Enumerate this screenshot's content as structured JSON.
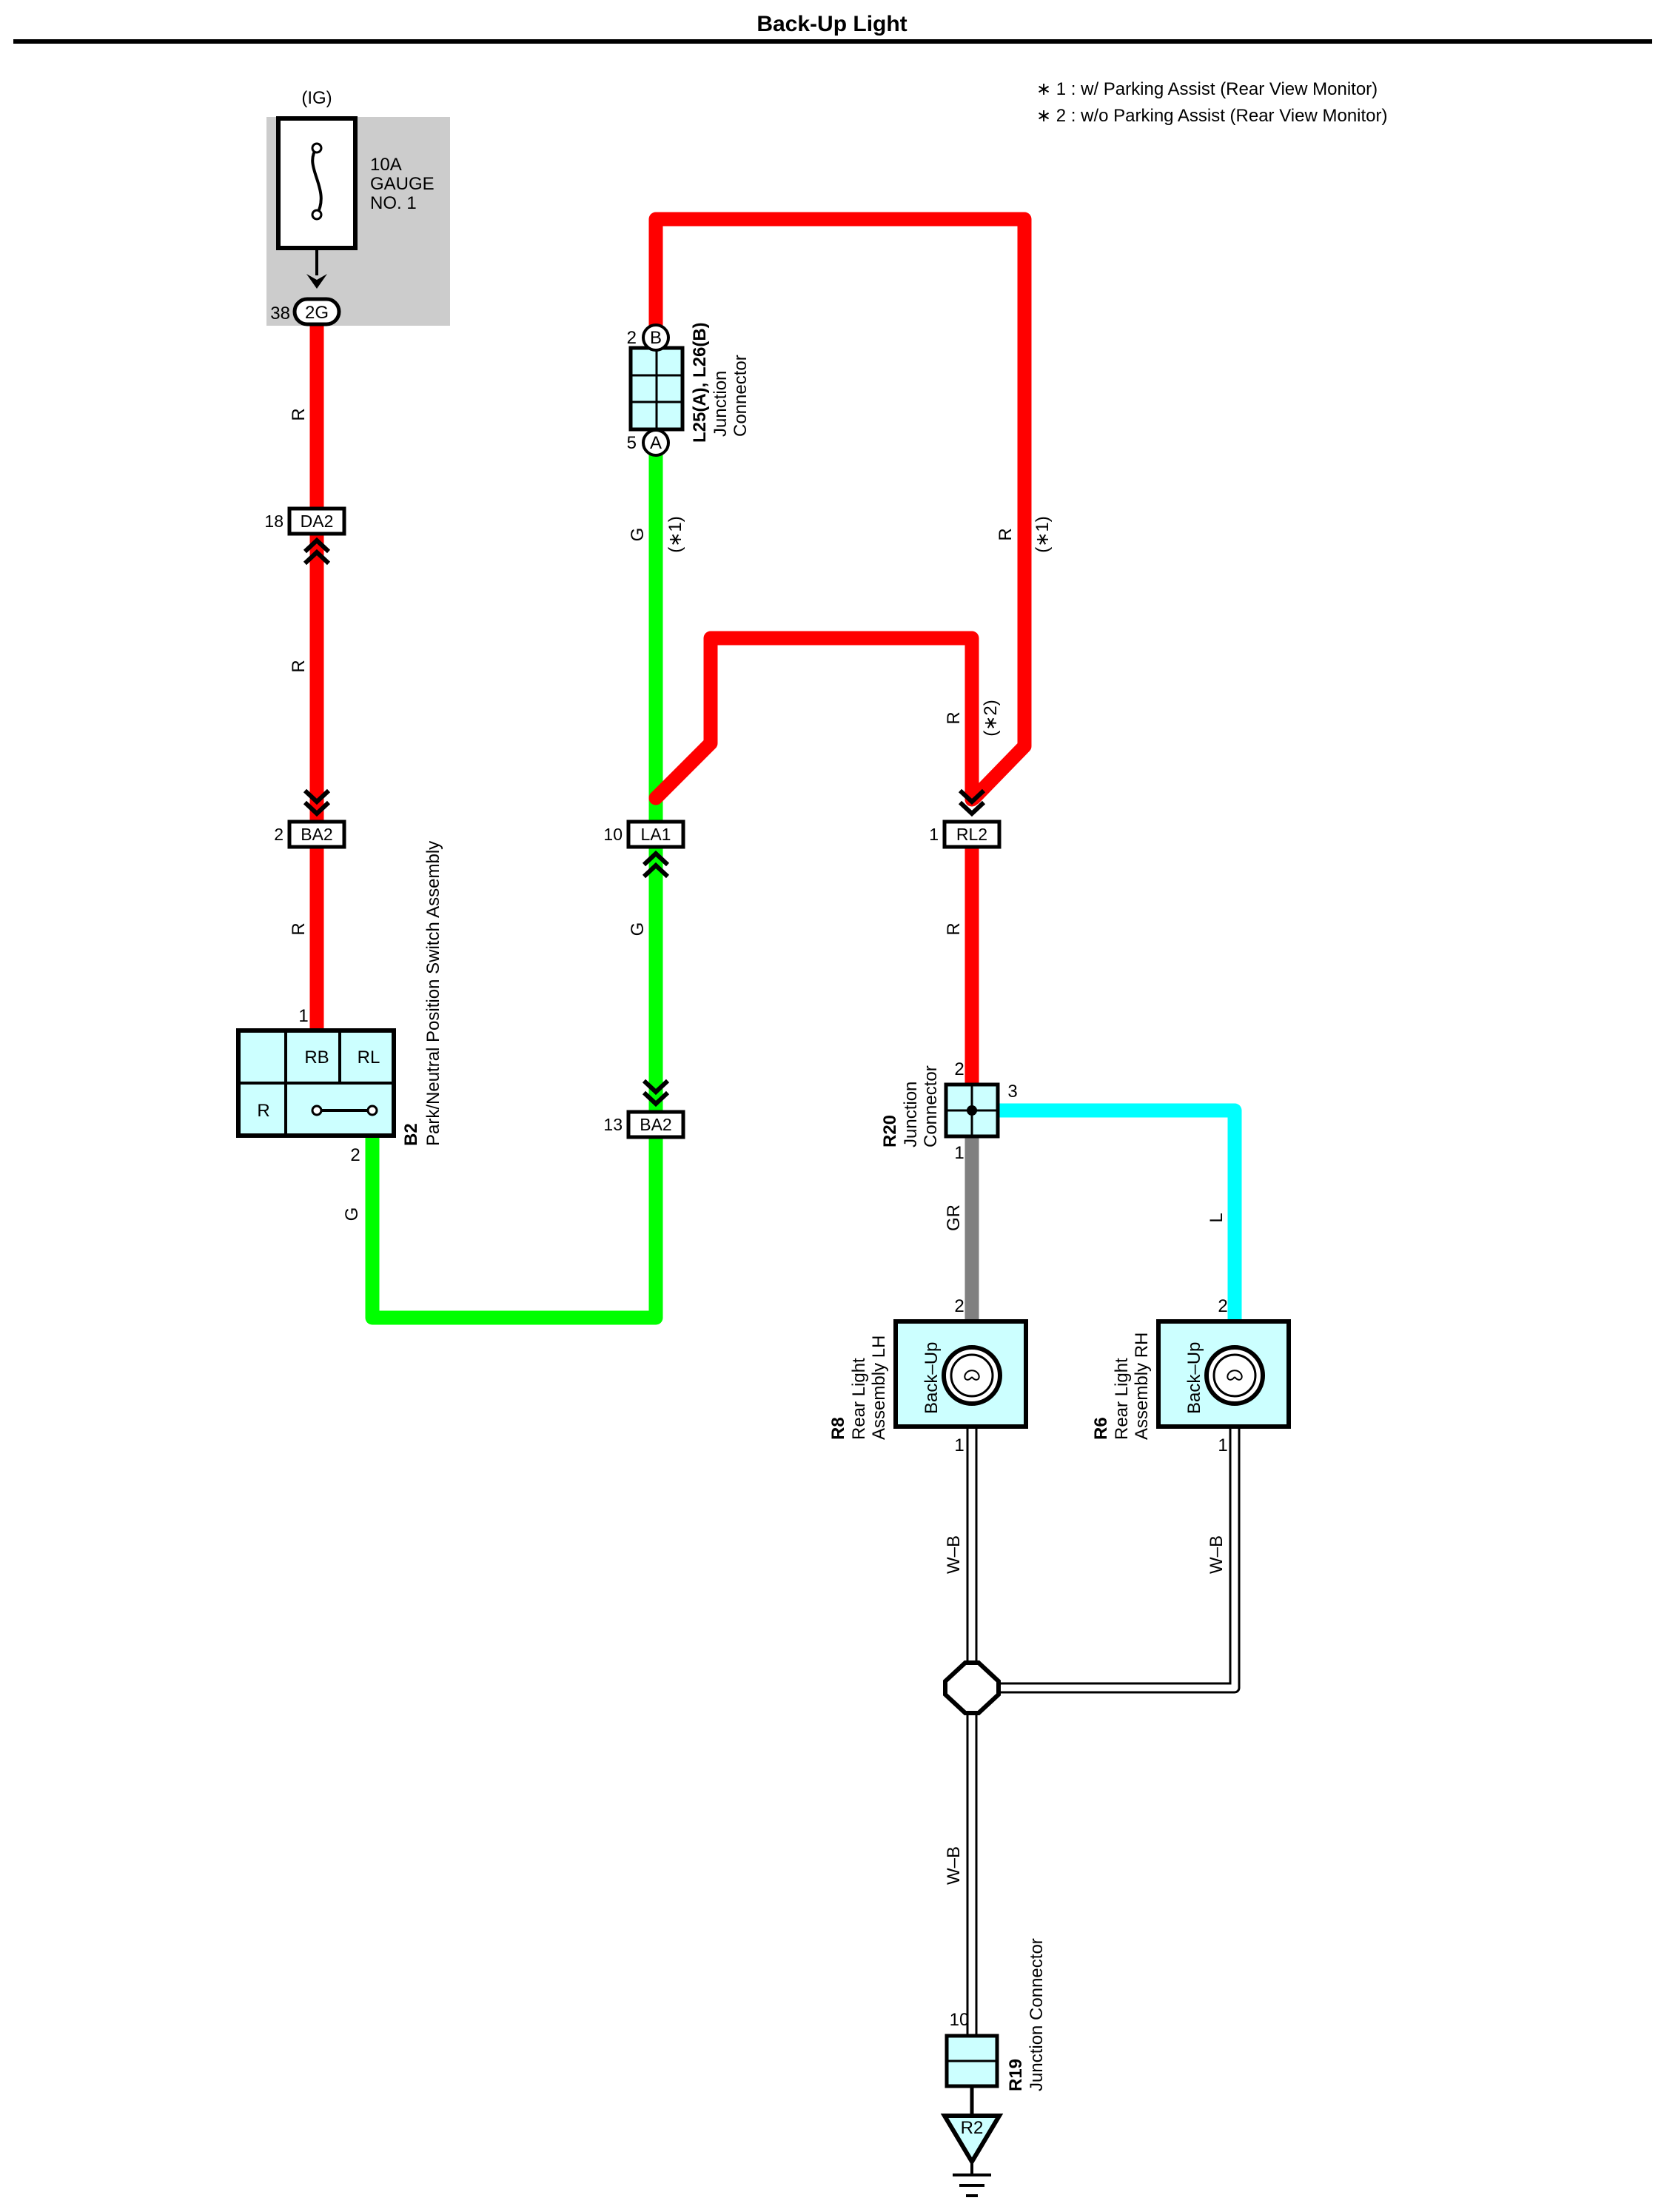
{
  "title": "Back-Up Light",
  "notes": [
    "∗ 1 : w/ Parking Assist (Rear View Monitor)",
    "∗ 2 : w/o Parking Assist (Rear View Monitor)"
  ],
  "fuse": {
    "supply": "(IG)",
    "line1": "10A",
    "line2": "GAUGE",
    "line3": "NO. 1",
    "pin": "38",
    "connector": "2G"
  },
  "connectors": {
    "da2": {
      "pin": "18",
      "name": "DA2"
    },
    "ba2_left": {
      "pin": "2",
      "name": "BA2"
    },
    "la1": {
      "pin": "10",
      "name": "LA1"
    },
    "ba2_mid": {
      "pin": "13",
      "name": "BA2"
    },
    "rl2": {
      "pin": "1",
      "name": "RL2"
    }
  },
  "junction_l25": {
    "pin_b": "2",
    "letter_b": "B",
    "pin_a": "5",
    "letter_a": "A",
    "id": "L25(A), L26(B)",
    "line1": "Junction",
    "line2": "Connector"
  },
  "switch_b2": {
    "id": "B2",
    "name": "Park/Neutral Position Switch Assembly",
    "term_rb": "RB",
    "term_rl": "RL",
    "term_r": "R",
    "pin_in": "1",
    "pin_out": "2"
  },
  "junction_r20": {
    "id": "R20",
    "line1": "Junction",
    "line2": "Connector",
    "pin_top": "2",
    "pin_right": "3",
    "pin_bottom": "1"
  },
  "lamp_r8": {
    "id": "R8",
    "line1": "Rear Light",
    "line2": "Assembly LH",
    "bulb": "Back–Up",
    "pin_top": "2",
    "pin_bottom": "1"
  },
  "lamp_r6": {
    "id": "R6",
    "line1": "Rear Light",
    "line2": "Assembly RH",
    "bulb": "Back–Up",
    "pin_top": "2",
    "pin_bottom": "1"
  },
  "junction_r19": {
    "id": "R19",
    "name": "Junction Connector",
    "pin": "10"
  },
  "ground": {
    "label": "R2"
  },
  "wires": {
    "r_fuse_da2": "R",
    "r_da2_ba2": "R",
    "r_ba2_b2": "R",
    "g_b2_out": "G",
    "g_la1_ba2": "G",
    "g_l25": "G",
    "g_l25_note": "(∗1)",
    "r_loop_right": "R",
    "r_loop_right_note": "(∗1)",
    "r_rl2_in": "R",
    "r_rl2_in_note": "(∗2)",
    "r_rl2_r20": "R",
    "gr_r20_r8": "GR",
    "l_r20_r6": "L",
    "wb_r8": "W–B",
    "wb_r6": "W–B",
    "wb_ground": "W–B"
  },
  "colors": {
    "red": "#ff0000",
    "green": "#00ff00",
    "cyan": "#00ffff",
    "gray": "#808080",
    "component_fill": "#ccffff",
    "fuse_bg": "#cccccc"
  }
}
